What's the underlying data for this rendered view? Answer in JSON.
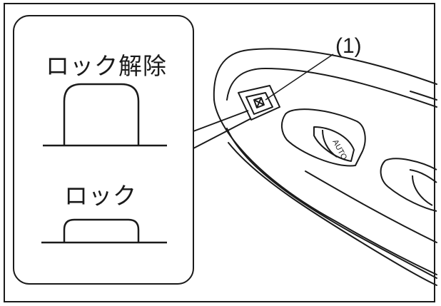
{
  "figure": {
    "unlock_label": "ロック解除",
    "lock_label": "ロック",
    "callout_number": "(1)",
    "switch_text": "AUTO",
    "line_color": "#1a1a1a",
    "background_color": "#ffffff"
  }
}
